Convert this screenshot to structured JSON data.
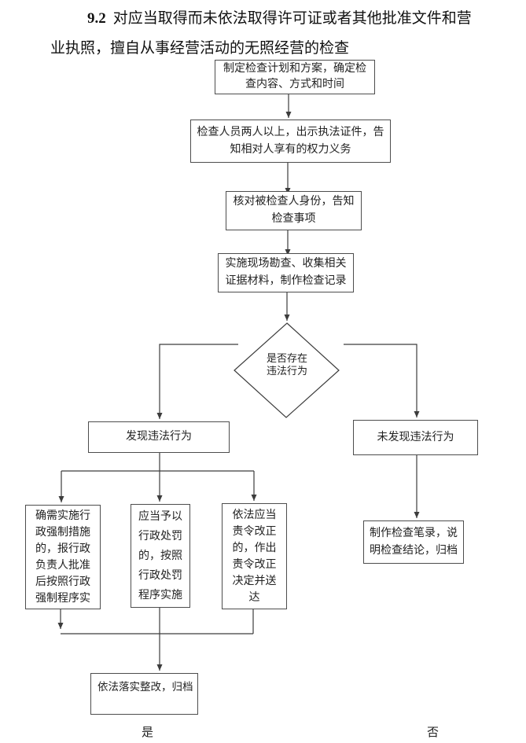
{
  "title": {
    "number": "9.2",
    "line1_rest": "对应当取得而未依法取得许可证或者其他批准文件和营",
    "line2": "业执照，擅自从事经营活动的无照经营的检查"
  },
  "flowchart": {
    "plan_box": {
      "lines": [
        "制定检查计划和方案，确定检",
        "查内容、方式和时间"
      ]
    },
    "inspectors_box": {
      "lines": [
        "检查人员两人以上，出示执法证件，告",
        "知相对人享有的权力义务"
      ]
    },
    "verify_box": {
      "lines": [
        "核对被检查人身份，告知",
        "检查事项"
      ]
    },
    "evidence_box": {
      "lines": [
        "实施现场勘查、收集相关",
        "证据材料，制作检查记录"
      ]
    },
    "decision_diamond": {
      "lines": [
        "是否存在",
        "违法行为"
      ]
    },
    "found_box": {
      "lines": [
        "发现违法行为"
      ]
    },
    "not_found_box": {
      "lines": [
        "未发现违法行为"
      ]
    },
    "coercive_box": {
      "lines": [
        "确需实施行",
        "政强制措施",
        "的，报行政",
        "负责人批准",
        "后按照行政",
        "强制程序实"
      ]
    },
    "penalty_box": {
      "lines": [
        "应当予以",
        "行政处罚",
        "的，按照",
        "行政处罚",
        "程序实施"
      ]
    },
    "rectify_order_box": {
      "lines": [
        "依法应当",
        "责令改正",
        "的，作出",
        "责令改正",
        "决定并送",
        "达"
      ]
    },
    "record_box": {
      "lines": [
        "制作检查笔录，说",
        "明检查结论，归档"
      ]
    },
    "implement_box": {
      "lines": [
        "依法落实整改，归档"
      ]
    },
    "branch_labels": {
      "yes": "是",
      "no": "否"
    }
  }
}
